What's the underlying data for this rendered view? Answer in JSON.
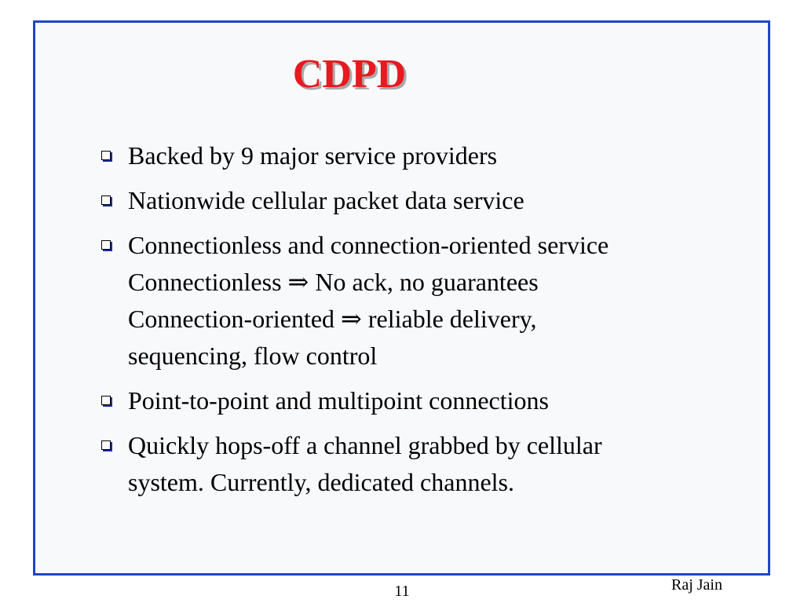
{
  "slide": {
    "title": "CDPD",
    "bullets": [
      {
        "lines": [
          "Backed by 9 major service providers"
        ]
      },
      {
        "lines": [
          "Nationwide cellular packet data service"
        ]
      },
      {
        "lines": [
          "Connectionless and connection-oriented service",
          "Connectionless ⇒ No ack, no guarantees",
          "Connection-oriented ⇒ reliable delivery,",
          "sequencing, flow control"
        ]
      },
      {
        "lines": [
          "Point-to-point and multipoint connections"
        ]
      },
      {
        "lines": [
          "Quickly hops-off a channel grabbed by cellular",
          "system. Currently, dedicated channels."
        ]
      }
    ],
    "author": "Raj Jain",
    "page_number": "11"
  },
  "colors": {
    "border": "#2146c8",
    "title": "#e8191f"
  }
}
